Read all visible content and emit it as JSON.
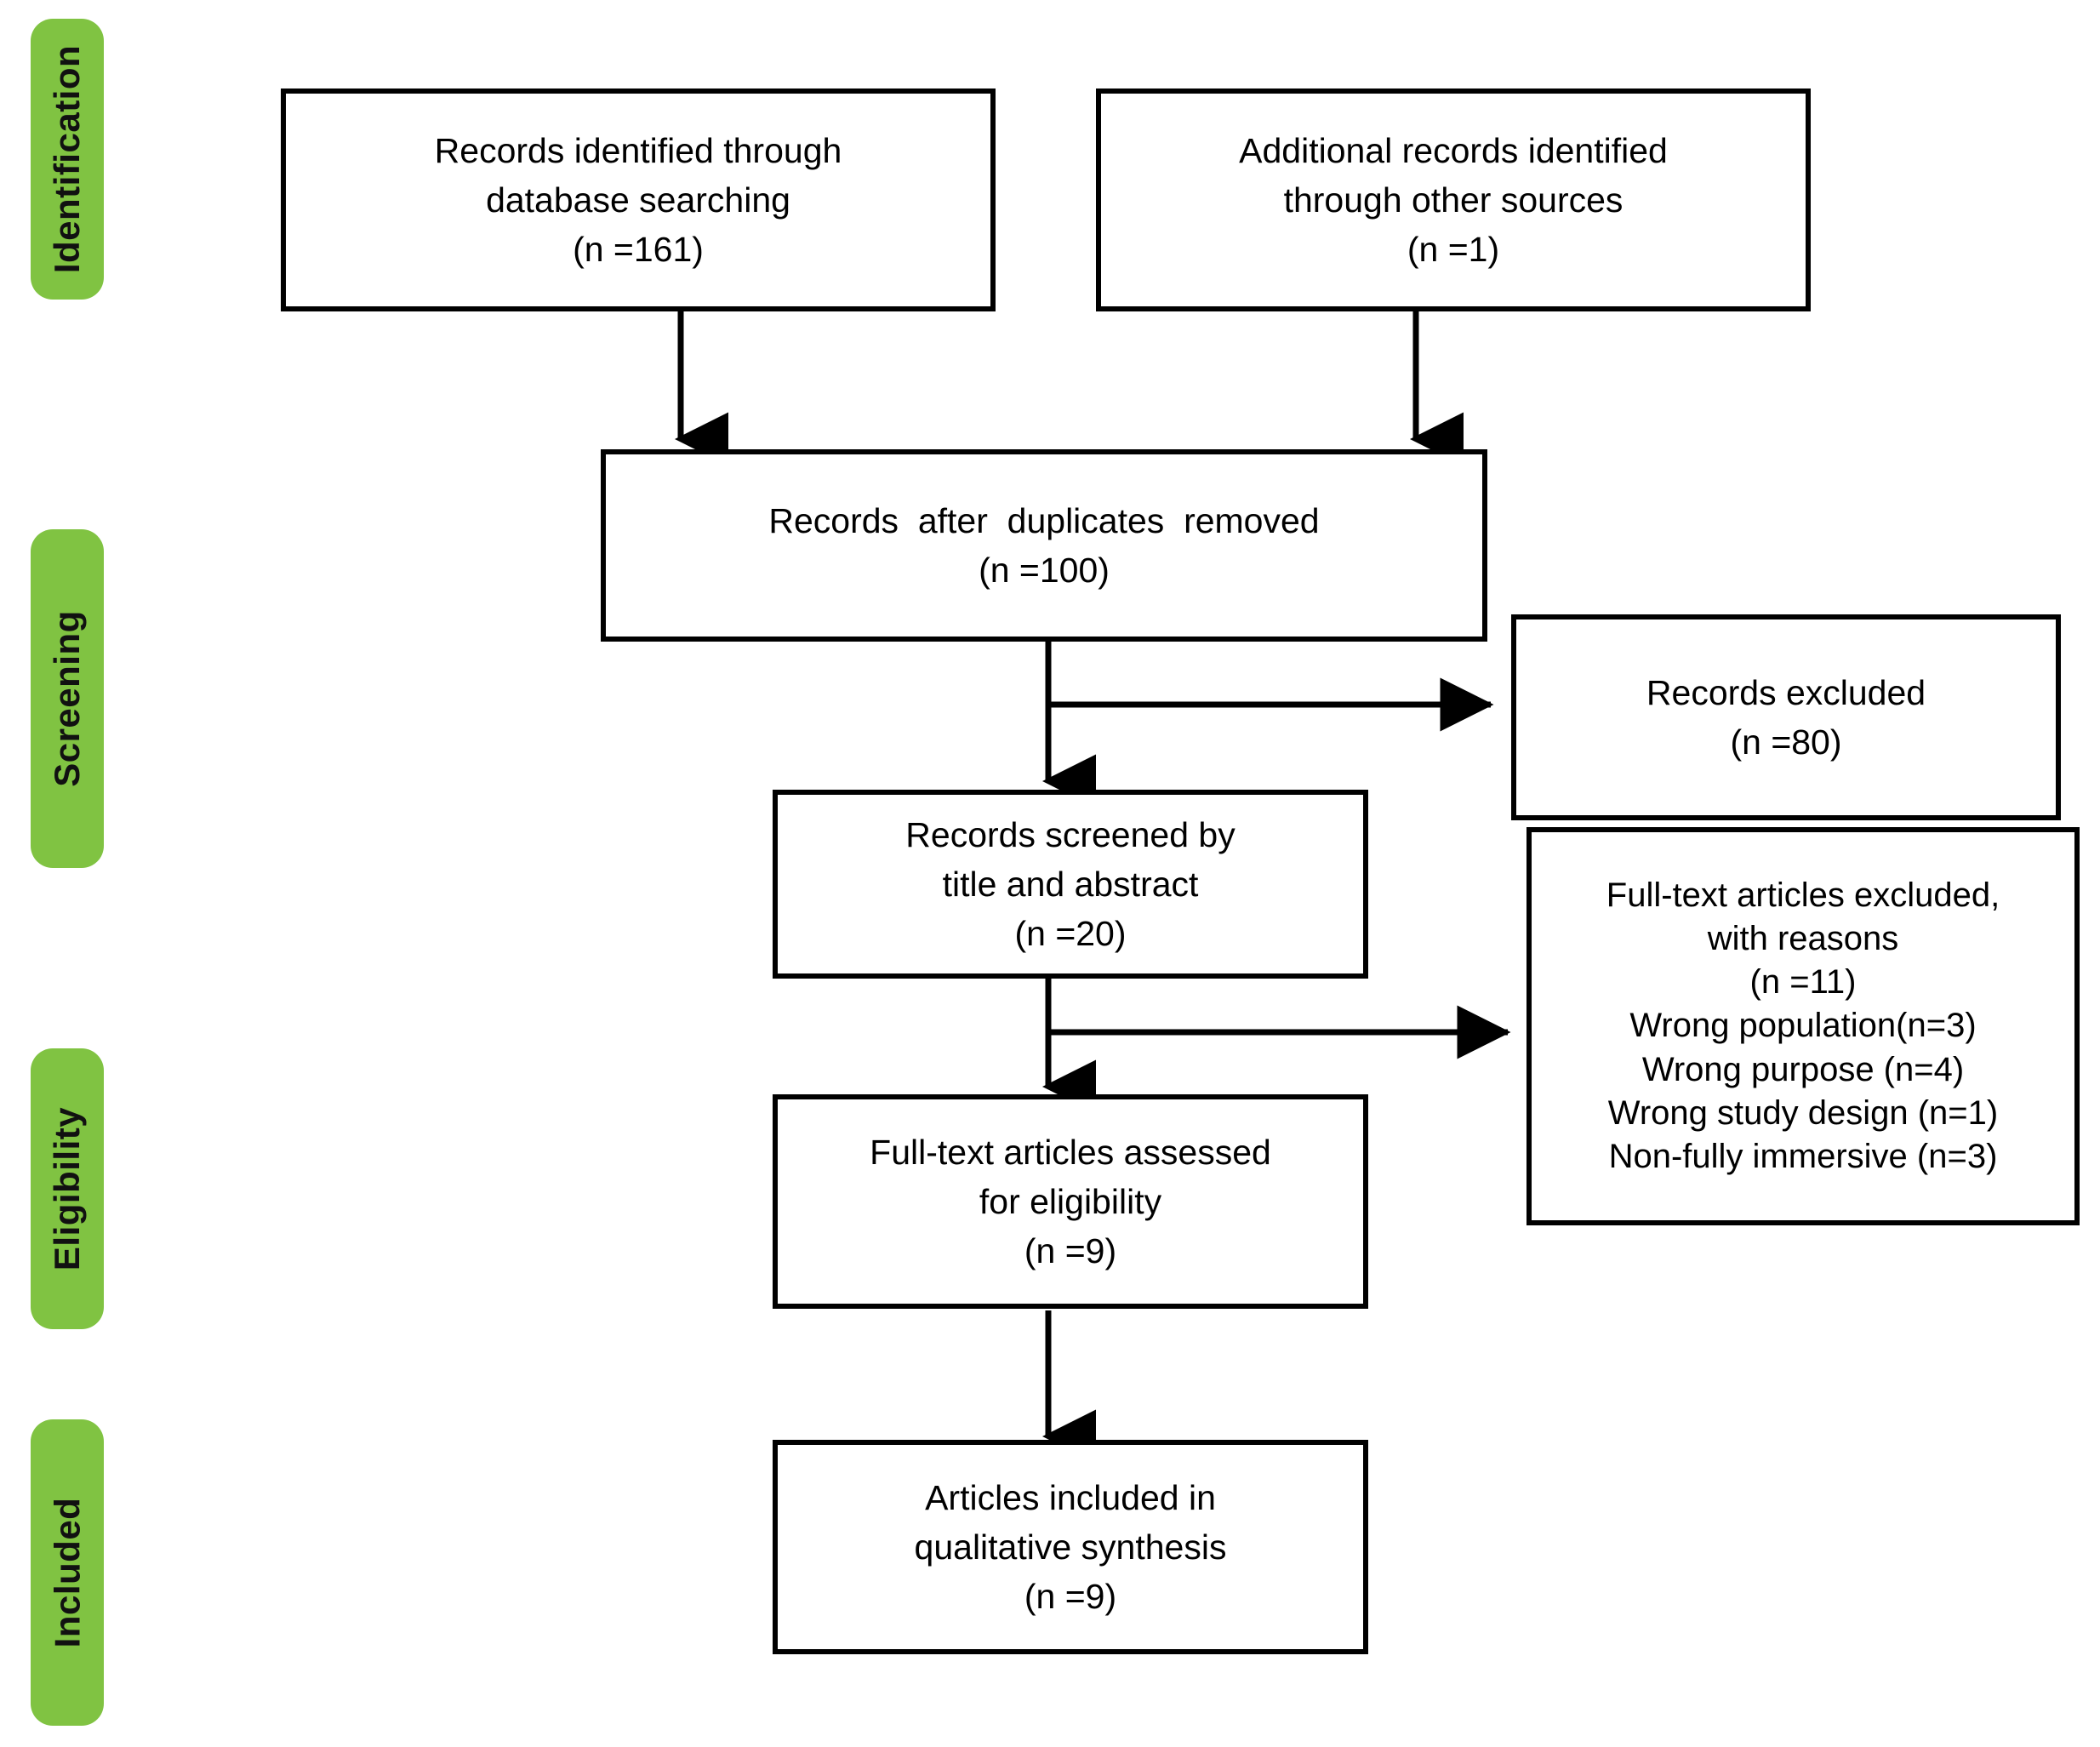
{
  "diagram": {
    "type": "prisma-flow-diagram",
    "title": "PRISMA flow diagram",
    "accent_color": "#80C342",
    "box_border_color": "#000000",
    "background_color": "#FFFFFF"
  },
  "phases": [
    {
      "id": "identification",
      "label": "Identification"
    },
    {
      "id": "screening",
      "label": "Screening"
    },
    {
      "id": "eligibility",
      "label": "Eligibility"
    },
    {
      "id": "included",
      "label": "Included"
    }
  ],
  "boxes": {
    "database_records": {
      "id": "records-identified-database",
      "line1": "Records identified through",
      "line2": "database searching",
      "line3": "(n =161)",
      "n": 161
    },
    "other_records": {
      "id": "records-identified-other",
      "line1": "Additional records identified",
      "line2": "through other sources",
      "line3": "(n =1)",
      "n": 1
    },
    "duplicates_removed": {
      "id": "records-after-duplicates-removed",
      "line1": "Records  after  duplicates  removed",
      "line2": "(n =100)",
      "n": 100
    },
    "records_excluded": {
      "id": "records-excluded",
      "line1": "Records excluded",
      "line2": "(n =80)",
      "n": 80
    },
    "records_screened": {
      "id": "records-screened",
      "line1": "Records screened by",
      "line2": "title and abstract",
      "line3": "(n =20)",
      "n": 20
    },
    "fulltext_excluded": {
      "id": "fulltext-articles-excluded",
      "line1": "Full-text articles excluded,",
      "line2": "with reasons",
      "line3": "(n =11)",
      "line4": "Wrong population(n=3)",
      "line5": "Wrong purpose (n=4)",
      "line6": "Wrong study design (n=1)",
      "line7": "Non-fully immersive (n=3)",
      "n": 11,
      "reasons": [
        {
          "label": "Wrong population",
          "n": 3
        },
        {
          "label": "Wrong purpose",
          "n": 4
        },
        {
          "label": "Wrong study design",
          "n": 1
        },
        {
          "label": "Non-fully immersive",
          "n": 3
        }
      ]
    },
    "fulltext_assessed": {
      "id": "fulltext-articles-assessed",
      "line1": "Full-text articles assessed",
      "line2": "for eligibility",
      "line3": "(n =9)",
      "n": 9
    },
    "articles_included": {
      "id": "articles-included-qualitative",
      "line1": "Articles included in",
      "line2": "qualitative synthesis",
      "line3": "(n =9)",
      "n": 9
    }
  }
}
